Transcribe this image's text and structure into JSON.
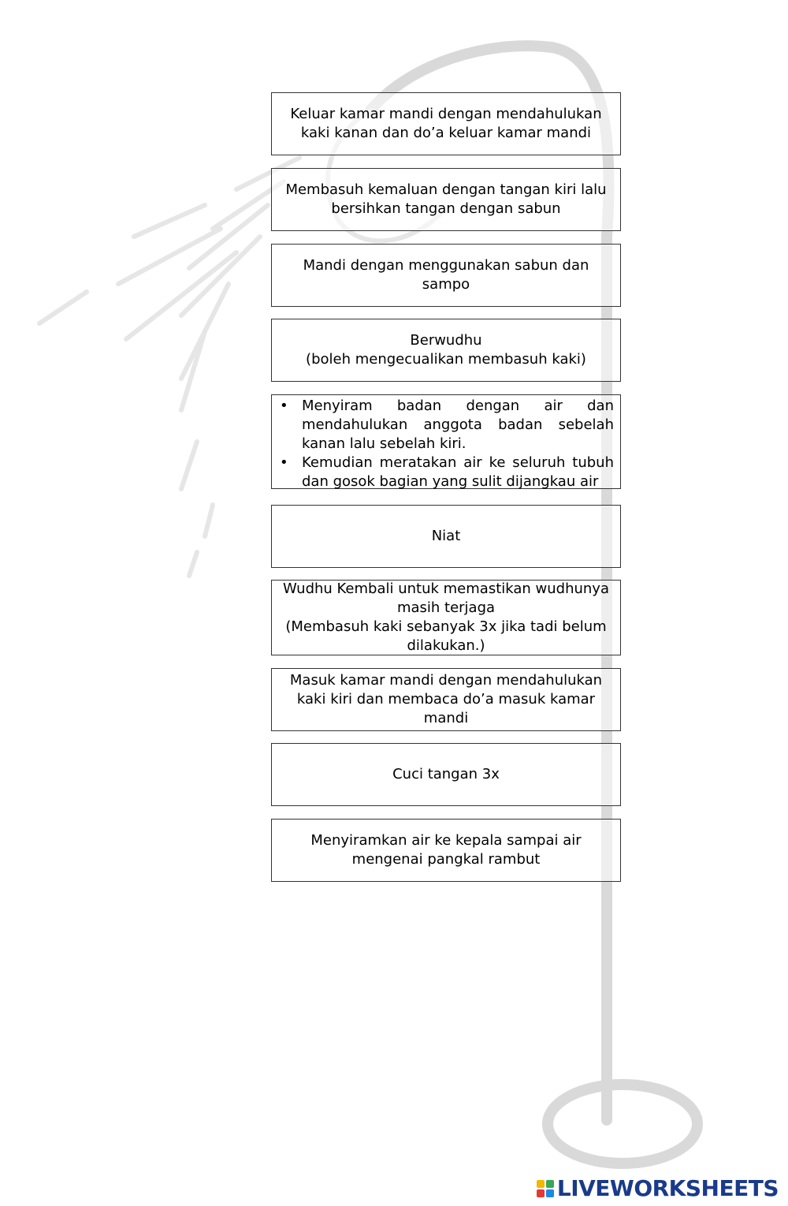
{
  "cards": [
    {
      "text": "Keluar kamar mandi dengan mendahulukan kaki kanan dan do’a keluar kamar mandi"
    },
    {
      "text": "Membasuh kemaluan dengan tangan kiri lalu bersihkan tangan dengan sabun"
    },
    {
      "text": "Mandi dengan menggunakan sabun dan sampo"
    },
    {
      "text": "Berwudhu\n(boleh mengecualikan membasuh kaki)"
    },
    {
      "bullets": [
        "Menyiram badan dengan air dan mendahulukan anggota badan sebelah kanan lalu sebelah kiri.",
        "Kemudian meratakan  air ke seluruh tubuh dan gosok bagian yang sulit dijangkau air"
      ]
    },
    {
      "text": "Niat"
    },
    {
      "text": "Wudhu Kembali untuk memastikan wudhunya masih terjaga\n(Membasuh kaki sebanyak 3x jika tadi belum dilakukan.)"
    },
    {
      "text": "Masuk kamar mandi dengan mendahulukan kaki kiri dan membaca do’a masuk kamar mandi"
    },
    {
      "text": "Cuci tangan 3x"
    },
    {
      "text": "Menyiramkan air ke kepala sampai air mengenai pangkal rambut"
    }
  ],
  "brand": {
    "text": "LIVEWORKSHEETS",
    "colors": [
      "#f2b705",
      "#3aa757",
      "#e53935",
      "#1e88e5"
    ]
  }
}
